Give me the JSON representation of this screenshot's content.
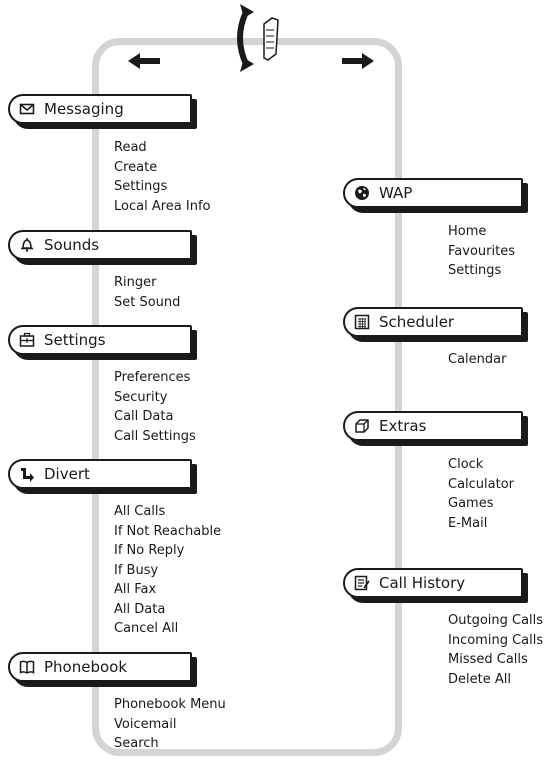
{
  "menus": {
    "messaging": {
      "title": "Messaging",
      "icon": "envelope-icon",
      "items": [
        "Read",
        "Create",
        "Settings",
        "Local Area Info"
      ]
    },
    "sounds": {
      "title": "Sounds",
      "icon": "bell-icon",
      "items": [
        "Ringer",
        "Set Sound"
      ]
    },
    "settings": {
      "title": "Settings",
      "icon": "toolbox-icon",
      "items": [
        "Preferences",
        "Security",
        "Call Data",
        "Call Settings"
      ]
    },
    "divert": {
      "title": "Divert",
      "icon": "divert-arrow-icon",
      "items": [
        "All Calls",
        "If Not Reachable",
        "If No Reply",
        "If Busy",
        "All Fax",
        "All Data",
        "Cancel All"
      ]
    },
    "phonebook": {
      "title": "Phonebook",
      "icon": "book-icon",
      "items": [
        "Phonebook Menu",
        "Voicemail",
        "Search"
      ]
    },
    "wap": {
      "title": "WAP",
      "icon": "globe-icon",
      "items": [
        "Home",
        "Favourites",
        "Settings"
      ]
    },
    "scheduler": {
      "title": "Scheduler",
      "icon": "calendar-icon",
      "items": [
        "Calendar"
      ]
    },
    "extras": {
      "title": "Extras",
      "icon": "cube-icon",
      "items": [
        "Clock",
        "Calculator",
        "Games",
        "E-Mail"
      ]
    },
    "call_history": {
      "title": "Call History",
      "icon": "notepad-icon",
      "items": [
        "Outgoing Calls",
        "Incoming Calls",
        "Missed Calls",
        "Delete All"
      ]
    }
  }
}
